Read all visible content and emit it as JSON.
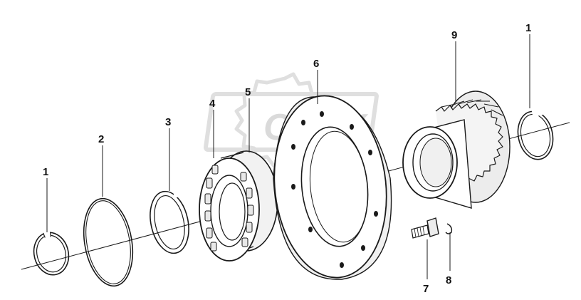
{
  "watermark": {
    "text": "OPEX",
    "color": "#d6d6d6"
  },
  "colors": {
    "line": "#1a1a1a",
    "fill": "#ffffff",
    "shade": "#e6e6e6"
  },
  "callouts": {
    "c1_left": "1",
    "c2": "2",
    "c3": "3",
    "c4": "4",
    "c5": "5",
    "c6": "6",
    "c7": "7",
    "c8": "8",
    "c9": "9",
    "c1_right": "1"
  },
  "parts": [
    {
      "id": "1",
      "icon": "snap-ring-icon"
    },
    {
      "id": "2",
      "icon": "thin-ring-icon"
    },
    {
      "id": "3",
      "icon": "retaining-ring-icon"
    },
    {
      "id": "4",
      "icon": "roller-bearing-icon"
    },
    {
      "id": "5",
      "icon": "bearing-outer-race-icon"
    },
    {
      "id": "6",
      "icon": "flange-plate-icon"
    },
    {
      "id": "7",
      "icon": "bolt-icon"
    },
    {
      "id": "8",
      "icon": "spring-washer-icon"
    },
    {
      "id": "9",
      "icon": "gear-hub-icon"
    }
  ]
}
